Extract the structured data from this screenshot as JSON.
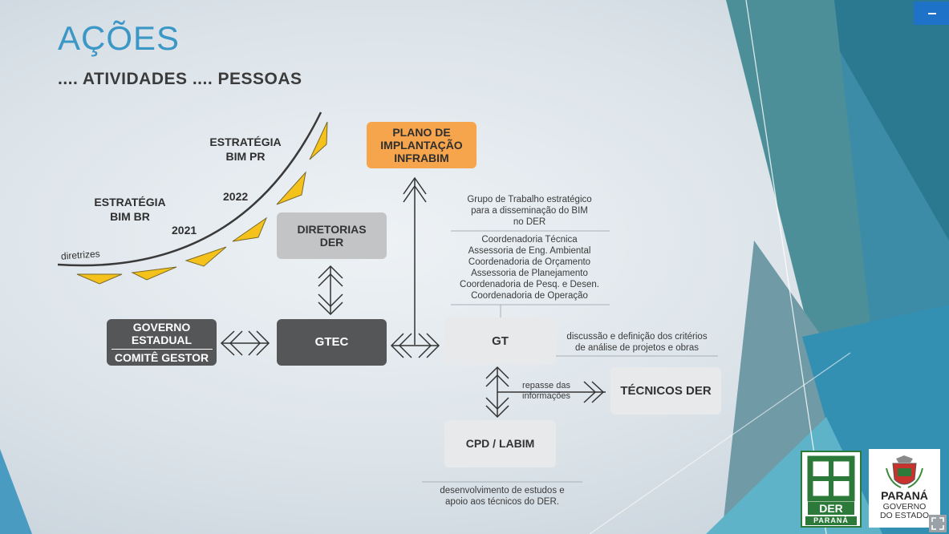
{
  "title": "AÇÕES",
  "subtitle": "....  ATIVIDADES .... PESSOAS",
  "timeline": {
    "guidelines_label": "diretrizes",
    "stage_br": "ESTRATÉGIA\nBIM BR",
    "year_2021": "2021",
    "year_2022": "2022",
    "stage_pr": "ESTRATÉGIA\nBIM PR"
  },
  "boxes": {
    "plano": "PLANO DE\nIMPLANTAÇÃO\nINFRABIM",
    "diretorias": "DIRETORIAS\nDER",
    "governo_top": "GOVERNO\nESTADUAL",
    "governo_bottom": "COMITÊ GESTOR",
    "gtec": "GTEC",
    "gt": "GT",
    "tecnicos": "TÉCNICOS DER",
    "cpd": "CPD / LABIM"
  },
  "notes": {
    "gt_purpose": "Grupo de Trabalho estratégico\npara a disseminação do BIM\nno DER",
    "gt_members": "Coordenadoria Técnica\nAssessoria de Eng. Ambiental\nCoordenadoria de Orçamento\nAssessoria de Planejamento\nCoordenadoria de Pesq. e Desen.\nCoordenadoria de Operação",
    "gt_discussion": "discussão e definição dos critérios\nde análise de projetos e obras",
    "repasse": "repasse das\ninformações",
    "cpd_desc": "desenvolvimento de estudos e\napoio aos técnicos do DER."
  },
  "logos": {
    "der_word": "DER",
    "der_sub": "PARANÁ",
    "pr_name": "PARANÁ",
    "pr_gov": "GOVERNO\nDO ESTADO"
  },
  "colors": {
    "title": "#3a97c6",
    "dark_box": "#555658",
    "orange_box": "#f6a54c",
    "accent_yellow": "#f5c21b",
    "der_green": "#2c7a3a"
  }
}
